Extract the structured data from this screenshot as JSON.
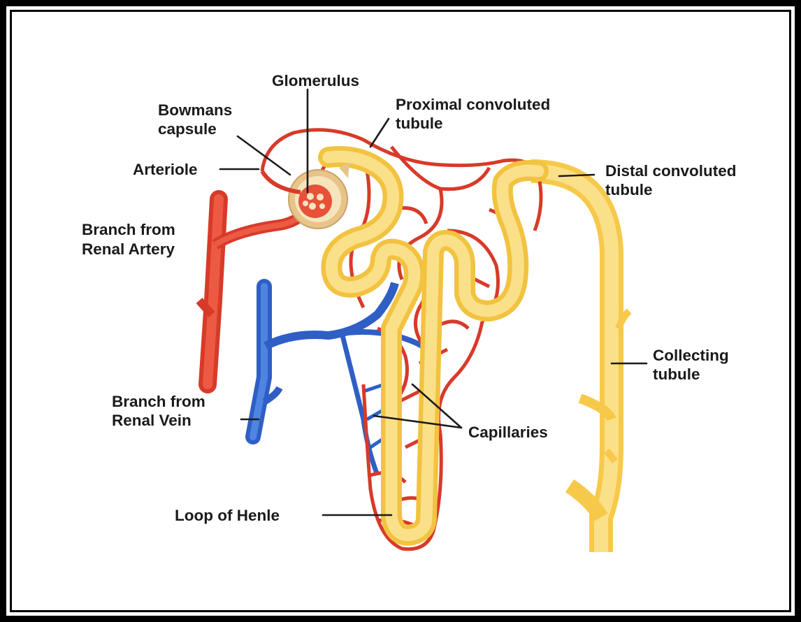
{
  "labels": {
    "glomerulus": "Glomerulus",
    "bowmans_line1": "Bowmans",
    "bowmans_line2": "capsule",
    "proximal_line1": "Proximal convoluted",
    "proximal_line2": "tubule",
    "arteriole": "Arteriole",
    "distal_line1": "Distal convoluted",
    "distal_line2": "tubule",
    "renal_artery_line1": "Branch from",
    "renal_artery_line2": "Renal Artery",
    "collecting_line1": "Collecting",
    "collecting_line2": "tubule",
    "renal_vein_line1": "Branch from",
    "renal_vein_line2": "Renal Vein",
    "capillaries": "Capillaries",
    "loop_of_henle": "Loop of Henle"
  },
  "colors": {
    "artery_red": "#e8503a",
    "vein_blue": "#3b6fd4",
    "tubule_yellow": "#fbd96a",
    "capsule_beige": "#f1d7a3",
    "text": "#1a1a1a"
  }
}
